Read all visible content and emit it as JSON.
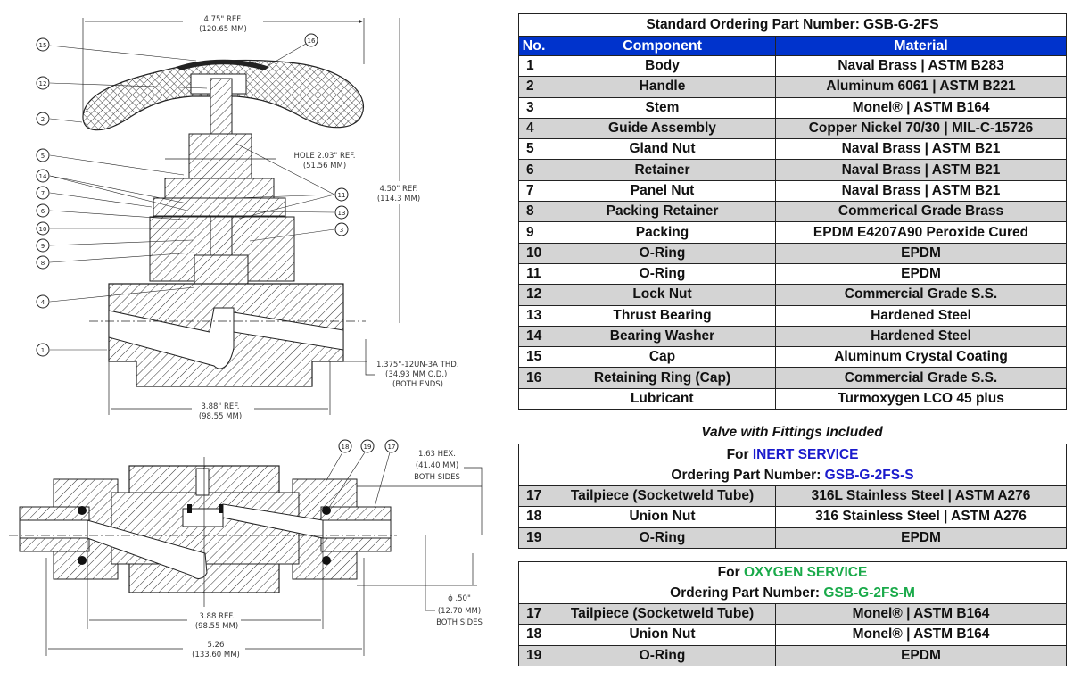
{
  "standard_table": {
    "title": "Standard Ordering Part Number: GSB-G-2FS",
    "columns": [
      "No.",
      "Component",
      "Material"
    ],
    "rows": [
      {
        "no": "1",
        "component": "Body",
        "material": "Naval Brass | ASTM B283"
      },
      {
        "no": "2",
        "component": "Handle",
        "material": "Aluminum 6061 | ASTM B221"
      },
      {
        "no": "3",
        "component": "Stem",
        "material": "Monel® | ASTM B164"
      },
      {
        "no": "4",
        "component": "Guide Assembly",
        "material": "Copper Nickel 70/30 | MIL-C-15726"
      },
      {
        "no": "5",
        "component": "Gland Nut",
        "material": "Naval Brass | ASTM B21"
      },
      {
        "no": "6",
        "component": "Retainer",
        "material": "Naval Brass | ASTM B21"
      },
      {
        "no": "7",
        "component": "Panel Nut",
        "material": "Naval Brass | ASTM B21"
      },
      {
        "no": "8",
        "component": "Packing Retainer",
        "material": "Commerical Grade Brass"
      },
      {
        "no": "9",
        "component": "Packing",
        "material": "EPDM E4207A90 Peroxide Cured"
      },
      {
        "no": "10",
        "component": "O-Ring",
        "material": "EPDM"
      },
      {
        "no": "11",
        "component": "O-Ring",
        "material": "EPDM"
      },
      {
        "no": "12",
        "component": "Lock Nut",
        "material": "Commercial Grade S.S."
      },
      {
        "no": "13",
        "component": "Thrust Bearing",
        "material": "Hardened Steel"
      },
      {
        "no": "14",
        "component": "Bearing Washer",
        "material": "Hardened Steel"
      },
      {
        "no": "15",
        "component": "Cap",
        "material": "Aluminum Crystal Coating"
      },
      {
        "no": "16",
        "component": "Retaining Ring (Cap)",
        "material": "Commercial Grade S.S."
      }
    ],
    "lubricant": {
      "component": "Lubricant",
      "material": "Turmoxygen LCO 45 plus"
    }
  },
  "fittings_caption": "Valve with Fittings Included",
  "inert_table": {
    "for_prefix": "For ",
    "service": "INERT SERVICE",
    "part_prefix": "Ordering Part Number: ",
    "part_number": "GSB-G-2FS-S",
    "accent_color": "#1a1acc",
    "rows": [
      {
        "no": "17",
        "component": "Tailpiece (Socketweld Tube)",
        "material": "316L Stainless Steel | ASTM A276"
      },
      {
        "no": "18",
        "component": "Union Nut",
        "material": "316 Stainless Steel | ASTM A276"
      },
      {
        "no": "19",
        "component": "O-Ring",
        "material": "EPDM"
      }
    ]
  },
  "oxygen_table": {
    "for_prefix": "For ",
    "service": "OXYGEN SERVICE",
    "part_prefix": "Ordering Part Number: ",
    "part_number": "GSB-G-2FS-M",
    "accent_color": "#1aaa4a",
    "rows": [
      {
        "no": "17",
        "component": "Tailpiece (Socketweld Tube)",
        "material": "Monel® | ASTM B164"
      },
      {
        "no": "18",
        "component": "Union Nut",
        "material": "Monel® | ASTM B164"
      },
      {
        "no": "19",
        "component": "O-Ring",
        "material": "EPDM"
      }
    ]
  },
  "colors": {
    "header_blue": "#0033cc",
    "row_gray": "#d4d4d4"
  },
  "top_drawing": {
    "dims": {
      "width_ref": "4.75\" REF.",
      "width_mm": "(120.65 MM)",
      "hole_ref": "HOLE 2.03\" REF.",
      "hole_mm": "(51.56 MM)",
      "height_ref": "4.50\" REF.",
      "height_mm": "(114.3 MM)",
      "thread_1": "1.375\"-12UN-3A THD.",
      "thread_2": "(34.93 MM O.D.)",
      "thread_3": "(BOTH ENDS)",
      "base_ref": "3.88\" REF.",
      "base_mm": "(98.55 MM)"
    },
    "balloons": [
      "15",
      "16",
      "12",
      "2",
      "5",
      "14",
      "7",
      "6",
      "10",
      "9",
      "8",
      "4",
      "1",
      "11",
      "13",
      "3"
    ]
  },
  "bottom_drawing": {
    "dims": {
      "hex_1": "1.63 HEX.",
      "hex_2": "(41.40 MM)",
      "hex_3": "BOTH SIDES",
      "dia_1": "ϕ .50\"",
      "dia_2": "(12.70 MM)",
      "dia_3": "BOTH SIDES",
      "inner_ref": "3.88 REF.",
      "inner_mm": "(98.55 MM)",
      "overall": "5.26",
      "overall_mm": "(133.60 MM)"
    },
    "balloons": [
      "18",
      "19",
      "17"
    ]
  }
}
